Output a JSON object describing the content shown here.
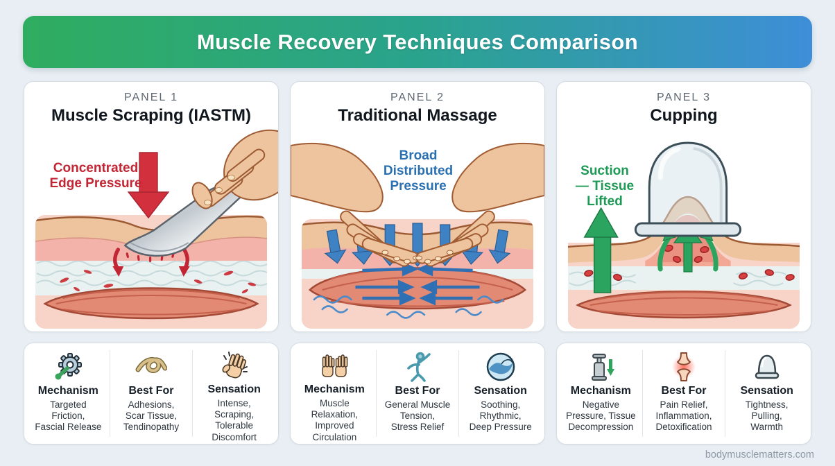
{
  "page": {
    "background_color": "#e8eef3",
    "footer_text": "bodymusclematters.com"
  },
  "banner": {
    "title": "Muscle Recovery Techniques Comparison",
    "gradient_left": "#2fad5f",
    "gradient_mid": "#2aa38d",
    "gradient_right": "#3e8ed8",
    "text_color": "#ffffff"
  },
  "panels": [
    {
      "label": "PANEL 1",
      "title": "Muscle Scraping (IASTM)",
      "annotation": "Concentrated\nEdge Pressure",
      "annotation_color": "#c22634",
      "illustration_alt": "hand pressing metal scraping tool into skin layers, red arrow pushing down"
    },
    {
      "label": "PANEL 2",
      "title": "Traditional Massage",
      "annotation": "Broad\nDistributed\nPressure",
      "annotation_color": "#2a6fb0",
      "illustration_alt": "two hands kneading tissue, blue arrows pressing down, circulation waves"
    },
    {
      "label": "PANEL 3",
      "title": "Cupping",
      "annotation": "Suction\n— Tissue\nLifted",
      "annotation_color": "#1d9a55",
      "illustration_alt": "glass cup lifting tissue mound, green arrows pulling up, blood cells"
    }
  ],
  "cards": [
    {
      "columns": [
        {
          "icon": "gear-wrench-icon",
          "label": "Mechanism",
          "text": "Targeted\nFriction,\nFascial Release"
        },
        {
          "icon": "knot-icon",
          "label": "Best For",
          "text": "Adhesions,\nScar Tissue,\nTendinopathy"
        },
        {
          "icon": "slap-hand-icon",
          "label": "Sensation",
          "text": "Intense,\nScraping,\nTolerable\nDiscomfort"
        }
      ]
    },
    {
      "columns": [
        {
          "icon": "two-hands-icon",
          "label": "Mechanism",
          "text": "Muscle\nRelaxation,\nImproved\nCirculation"
        },
        {
          "icon": "stretching-person-icon",
          "label": "Best For",
          "text": "General Muscle\nTension,\nStress Relief"
        },
        {
          "icon": "wave-icon",
          "label": "Sensation",
          "text": "Soothing,\nRhythmic,\nDeep Pressure"
        }
      ]
    },
    {
      "columns": [
        {
          "icon": "suction-pump-icon",
          "label": "Mechanism",
          "text": "Negative\nPressure, Tissue\nDecompression"
        },
        {
          "icon": "inflamed-joint-icon",
          "label": "Best For",
          "text": "Pain Relief,\nInflammation,\nDetoxification"
        },
        {
          "icon": "cupping-cup-icon",
          "label": "Sensation",
          "text": "Tightness,\nPulling,\nWarmth"
        }
      ]
    }
  ]
}
